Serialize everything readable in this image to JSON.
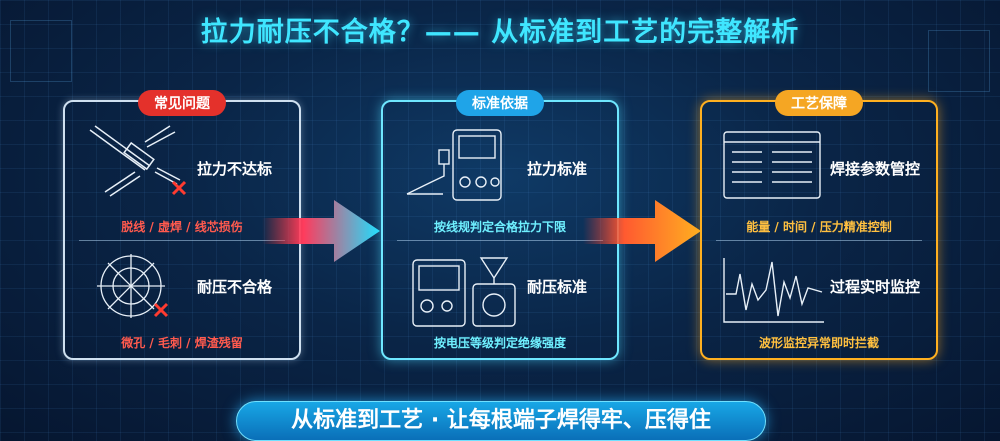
{
  "title": "拉力耐压不合格？—— 从标准到工艺的完整解析",
  "panels": [
    {
      "badge": "常见问题",
      "items": [
        {
          "label": "拉力不达标",
          "sub": "脱线 / 虚焊 / 线芯损伤",
          "icon": "wire-break-icon"
        },
        {
          "label": "耐压不合格",
          "sub": "微孔 / 毛刺 / 焊渣残留",
          "icon": "crosshair-defect-icon"
        }
      ]
    },
    {
      "badge": "标准依据",
      "items": [
        {
          "label": "拉力标准",
          "sub": "按线规判定合格拉力下限",
          "icon": "tensile-tester-icon"
        },
        {
          "label": "耐压标准",
          "sub": "按电压等级判定绝缘强度",
          "icon": "hipot-tester-icon"
        }
      ]
    },
    {
      "badge": "工艺保障",
      "items": [
        {
          "label": "焊接参数管控",
          "sub": "能量 / 时间 / 压力精准控制",
          "icon": "control-panel-icon"
        },
        {
          "label": "过程实时监控",
          "sub": "波形监控异常即时拦截",
          "icon": "waveform-icon"
        }
      ]
    }
  ],
  "bottom_banner": "从标准到工艺 · 让每根端子焊得牢、压得住",
  "colors": {
    "problem": "#e4312b",
    "standard": "#1fa4e8",
    "process": "#f5a623",
    "title": "#3fe6ff"
  }
}
